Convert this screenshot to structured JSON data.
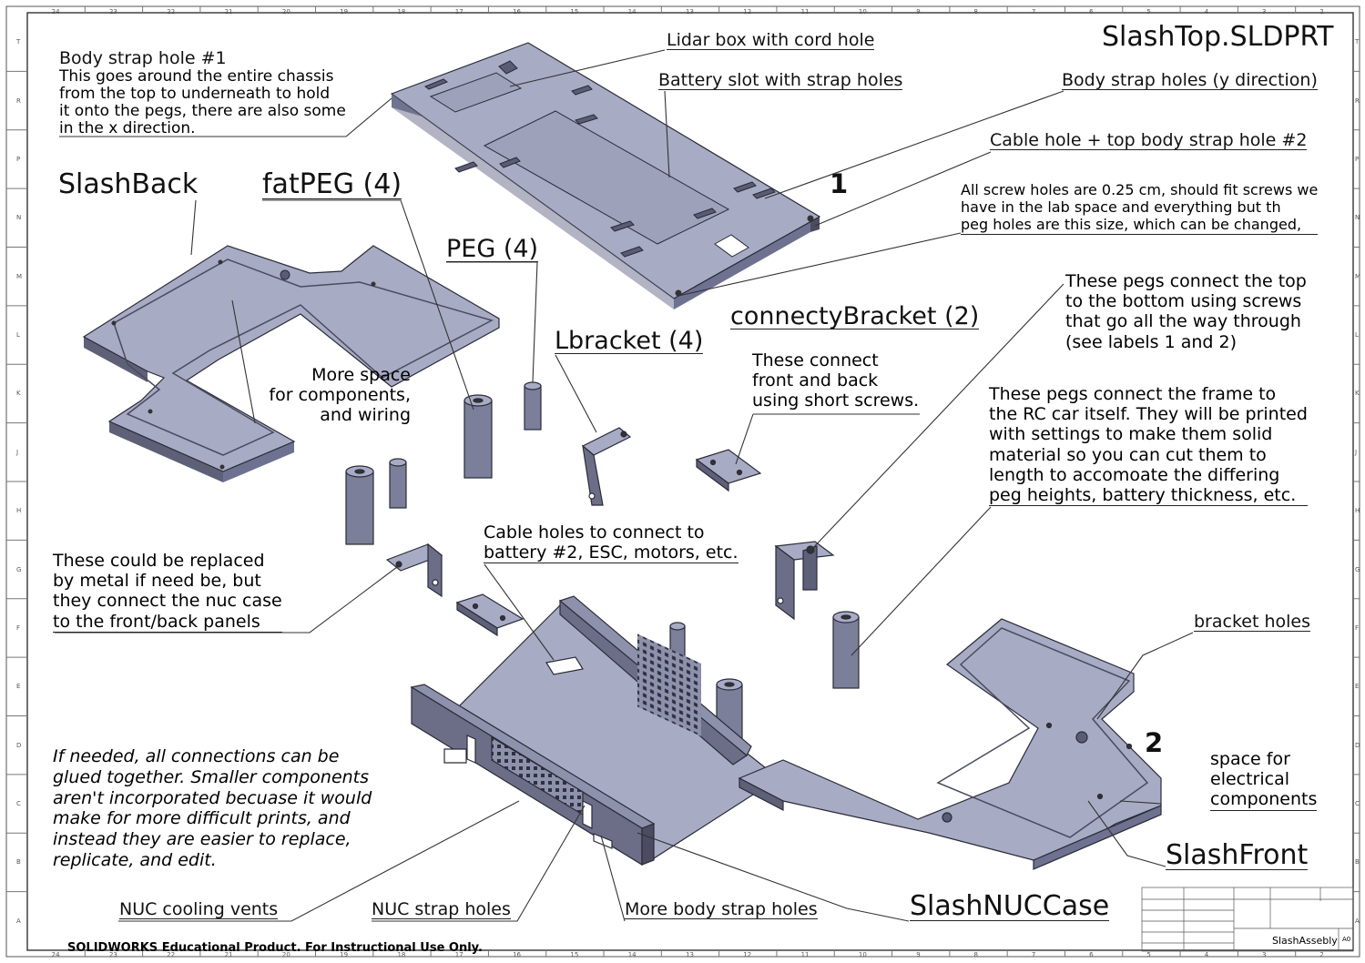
{
  "drawing": {
    "title": "SlashTop.SLDPRT",
    "footer": "SOLIDWORKS Educational Product. For Instructional Use Only.",
    "title_block_name": "SlashAssebly",
    "title_block_size": "A0"
  },
  "border": {
    "cols_top": [
      "24",
      "23",
      "22",
      "21",
      "20",
      "19",
      "18",
      "17",
      "16",
      "15",
      "14",
      "13",
      "12",
      "11",
      "10",
      "9",
      "8",
      "7",
      "6",
      "5",
      "4",
      "3",
      "2"
    ],
    "cols_bottom": [
      "24",
      "23",
      "22",
      "21",
      "20",
      "19",
      "18",
      "17",
      "16",
      "15",
      "14",
      "13",
      "12",
      "11",
      "10",
      "9",
      "8",
      "7",
      "6",
      "5",
      "4",
      "3",
      "2"
    ],
    "rows": [
      "T",
      "R",
      "P",
      "N",
      "M",
      "L",
      "K",
      "J",
      "H",
      "G",
      "F",
      "E",
      "D",
      "C",
      "B",
      "A"
    ]
  },
  "parts": {
    "slash_back": "SlashBack",
    "fat_peg": "fatPEG (4)",
    "peg": "PEG (4)",
    "lbracket": "Lbracket (4)",
    "connecty_bracket": "connectyBracket (2)",
    "slash_nuc_case": "SlashNUCCase",
    "slash_front": "SlashFront"
  },
  "markers": {
    "one": "1",
    "two": "2"
  },
  "annotations": {
    "body_strap_hole_1": {
      "heading": "Body strap hole #1",
      "lines": [
        "This goes around the entire chassis",
        "from the top to underneath to hold",
        "it onto the pegs, there are also some",
        "in the x direction."
      ]
    },
    "lidar_box": "Lidar box with cord hole",
    "battery_slot": "Battery slot with strap holes",
    "body_strap_y": "Body strap holes (y direction)",
    "cable_hole": "Cable hole + top body strap hole #2",
    "screw_holes": [
      "All screw holes are 0.25 cm, should fit screws we",
      "have in the lab space and everything but th",
      "peg holes are this size, which can be changed,"
    ],
    "pegs_top_bottom": [
      "These pegs connect the top",
      "to the bottom using screws",
      "that go all the way through",
      "(see labels 1 and 2)"
    ],
    "connect_front_back": [
      "These connect",
      "front and back",
      "using short screws."
    ],
    "more_space": [
      "More space",
      "for components,",
      "and wiring"
    ],
    "pegs_frame": [
      "These pegs connect the frame to",
      "the RC car itself. They will be printed",
      "with settings to make them solid",
      "material so you can cut them to",
      "length to accomoate the differing",
      "peg heights, battery thickness, etc."
    ],
    "cable_holes": [
      "Cable holes to connect to",
      "battery #2, ESC, motors, etc."
    ],
    "metal_replace": [
      "These could be replaced",
      "by metal if need be, but",
      "they connect the nuc case",
      "to the front/back panels"
    ],
    "bracket_holes": "bracket holes",
    "glued": [
      "If needed, all connections can be",
      "glued together.  Smaller components",
      "aren't incorporated becuase it would",
      "make for more difficult prints, and",
      "instead they are easier to replace,",
      "replicate, and edit."
    ],
    "electrical": [
      "space for",
      "electrical",
      "components"
    ],
    "nuc_vents": "NUC cooling vents",
    "nuc_strap": "NUC strap holes",
    "more_body_strap": "More body strap holes"
  },
  "colors": {
    "part_fill": "#a8abc4",
    "part_dark": "#5e6078",
    "part_edge": "#2a2b38",
    "line": "#333333"
  }
}
